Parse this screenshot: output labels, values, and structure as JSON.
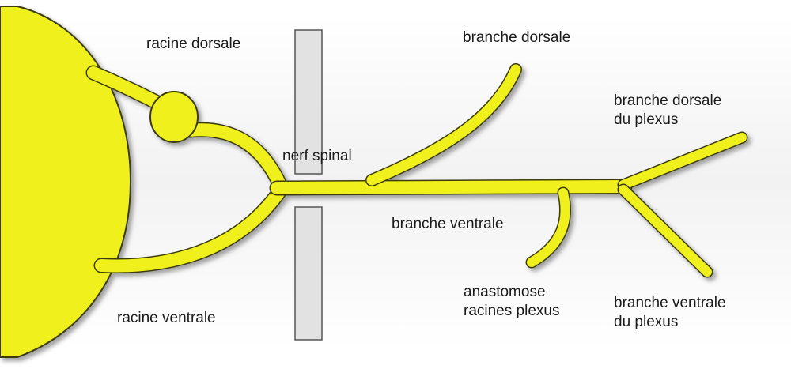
{
  "labels": {
    "racine_dorsale": "racine dorsale",
    "racine_ventrale": "racine ventrale",
    "nerf_spinal": "nerf spinal",
    "branche_dorsale": "branche dorsale",
    "branche_ventrale": "branche ventrale",
    "branche_dorsale_plexus_l1": "branche dorsale",
    "branche_dorsale_plexus_l2": "du plexus",
    "anastomose_l1": "anastomose",
    "anastomose_l2": "racines plexus",
    "branche_ventrale_plexus_l1": "branche ventrale",
    "branche_ventrale_plexus_l2": "du plexus"
  },
  "colors": {
    "nerve_fill": "#f0f01e",
    "nerve_stroke": "#3a3a08",
    "nerve_shadow": "#9a9a9a",
    "foramen_fill": "#e2e2e2",
    "foramen_stroke": "#555555",
    "background_band": "#f4f4f4"
  }
}
